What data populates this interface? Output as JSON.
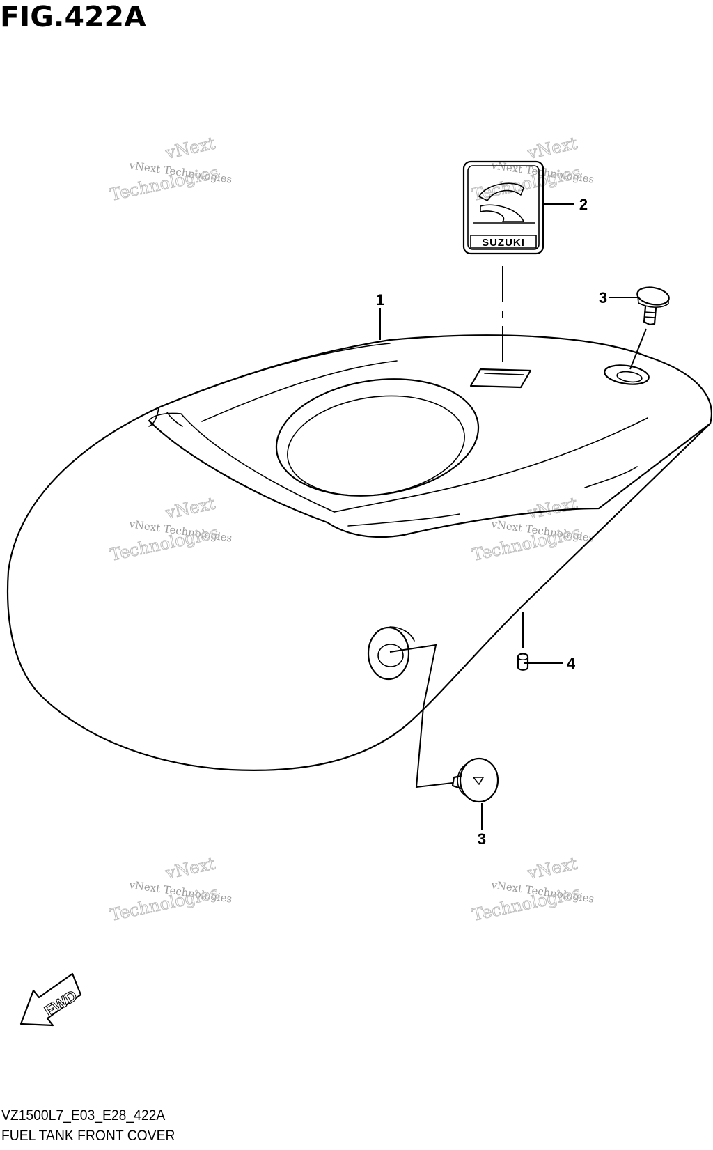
{
  "figure": {
    "title": "FIG.422A",
    "model_code": "VZ1500L7_E03_E28_422A",
    "caption": "FUEL TANK FRONT COVER"
  },
  "callouts": [
    {
      "label": "1"
    },
    {
      "label": "2"
    },
    {
      "label": "3"
    },
    {
      "label": "4"
    },
    {
      "label": "3"
    }
  ],
  "emblem": {
    "text": "SUZUKI"
  },
  "direction_arrow": {
    "text": "FWD"
  },
  "watermark": {
    "line1": "vNext Technologies",
    "line2": "vNext",
    "line3": "Technologies"
  }
}
